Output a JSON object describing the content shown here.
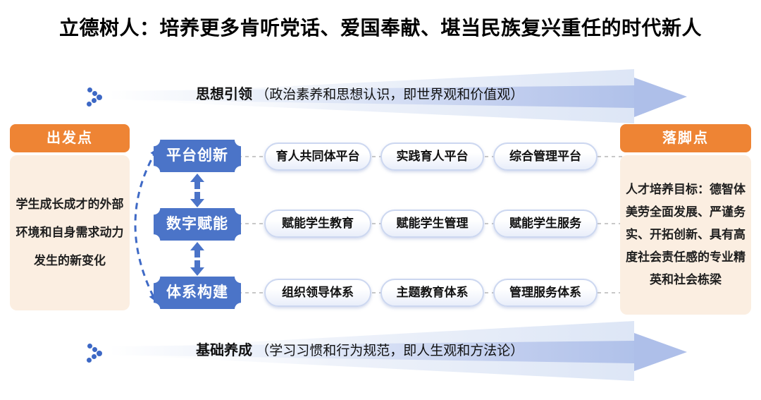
{
  "page": {
    "title": "立德树人：培养更多肯听党话、爱国奉献、堪当民族复兴重任的时代新人"
  },
  "top_banner": {
    "label": "思想引领",
    "description": "（政治素养和思想认识，即世界观和价值观）"
  },
  "bottom_banner": {
    "label": "基础养成",
    "description": "（学习习惯和行为规范，即人生观和方法论）"
  },
  "left_panel": {
    "header": "出发点",
    "body": "学生成长成才的外部环境和自身需求动力发生的新变化"
  },
  "right_panel": {
    "header": "落脚点",
    "body": "人才培养目标：德智体美劳全面发展、严谨务实、开拓创新、具有高度社会责任感的专业精英和社会栋梁"
  },
  "flow_rows": [
    {
      "category": "平台创新",
      "items": [
        "育人共同体平台",
        "实践育人平台",
        "综合管理平台"
      ]
    },
    {
      "category": "数字赋能",
      "items": [
        "赋能学生教育",
        "赋能学生管理",
        "赋能学生服务"
      ]
    },
    {
      "category": "体系构建",
      "items": [
        "组织领导体系",
        "主题教育体系",
        "管理服务体系"
      ]
    }
  ],
  "icons": {
    "top_banner_marker": "dotted-chevron-right",
    "bottom_banner_marker": "dotted-chevron-right",
    "between_categories": "double-headed-vertical-arrow",
    "left_of_categories": "dashed-arc-double-arrow"
  },
  "colors": {
    "accent_orange": "#ee8434",
    "panel_peach": "#fbeee1",
    "category_blue": "#4b74c8",
    "banner_blue": "#a9bce8",
    "connector_gray": "#c8c8c8"
  }
}
